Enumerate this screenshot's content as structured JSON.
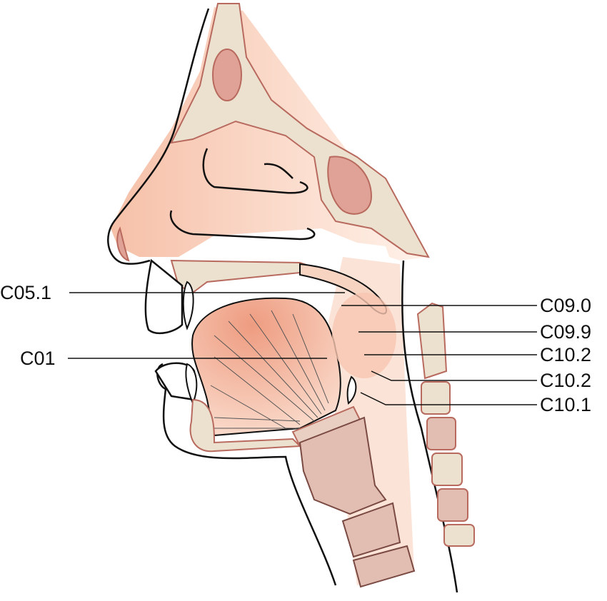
{
  "labels": {
    "left": [
      {
        "id": "c05-1",
        "text": "C05.1"
      },
      {
        "id": "c01",
        "text": "C01"
      }
    ],
    "right": [
      {
        "id": "c09-0",
        "text": "C09.0"
      },
      {
        "id": "c09-9",
        "text": "C09.9"
      },
      {
        "id": "c10-2a",
        "text": "C10.2"
      },
      {
        "id": "c10-2b",
        "text": "C10.2"
      },
      {
        "id": "c10-1",
        "text": "C10.1"
      }
    ]
  },
  "colors": {
    "bone": "#ece0cf",
    "bone_outline": "#b86a5e",
    "soft_tissue": "#f7cdb9",
    "tongue": "#f0a98e",
    "outline": "#111111"
  }
}
